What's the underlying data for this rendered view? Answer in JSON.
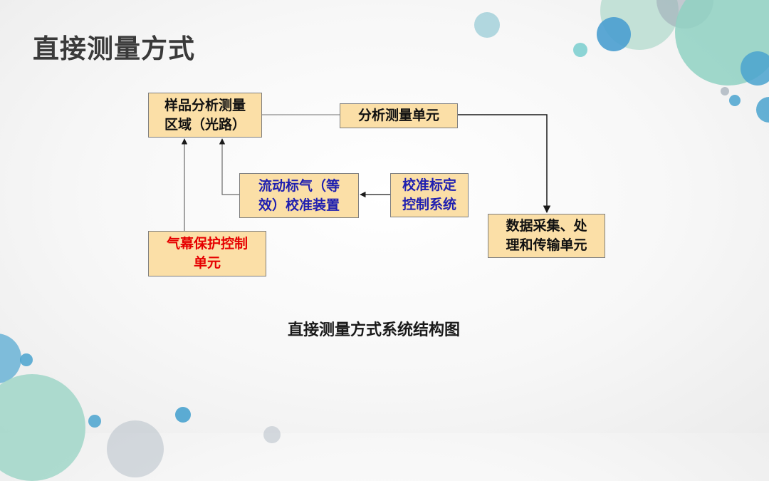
{
  "title": "直接测量方式",
  "caption": "直接测量方式系统结构图",
  "nodes": {
    "sample_area": {
      "line1": "样品分析测量",
      "line2": "区域（光路）"
    },
    "analysis_unit": {
      "text": "分析测量单元"
    },
    "flow_gas": {
      "line1": "流动标气（等",
      "line2": "效）校准装置"
    },
    "calib_ctrl": {
      "line1": "校准标定",
      "line2": "控制系统"
    },
    "data_unit": {
      "line1": "数据采集、处",
      "line2": "理和传输单元"
    },
    "curtain": {
      "line1": "气幕保护控制",
      "line2": "单元"
    }
  },
  "colors": {
    "box_fill": "#fbdfa7",
    "box_border": "#7f7f7f",
    "text_dark": "#111111",
    "text_blue": "#1f1fb0",
    "text_red": "#e60000",
    "deco_teal": "#8fcfc4",
    "deco_blue": "#4aa3cf"
  }
}
